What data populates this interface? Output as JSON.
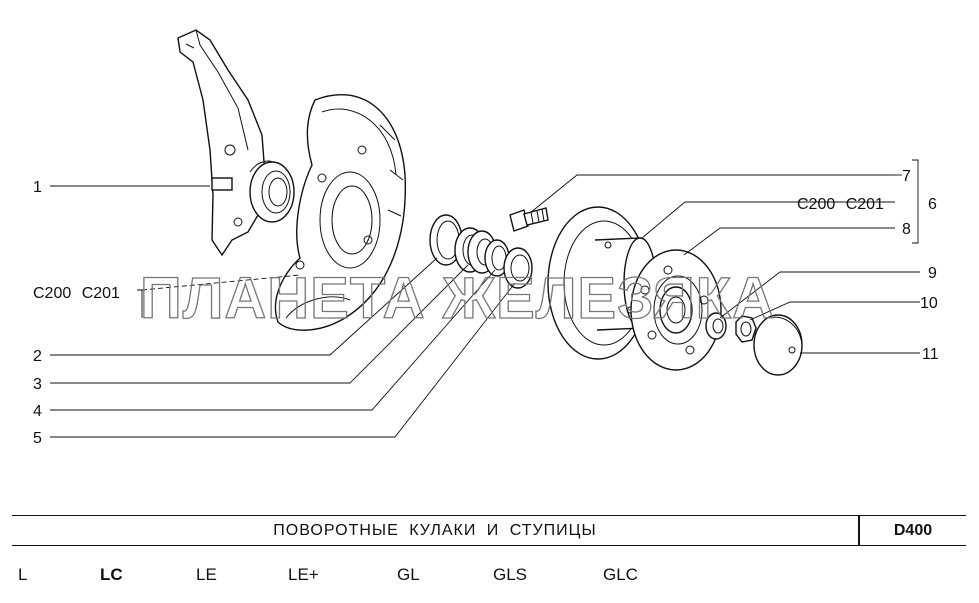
{
  "callouts": {
    "c1": "1",
    "c2": "2",
    "c3": "3",
    "c4": "4",
    "c5": "5",
    "c6": "6",
    "c7": "7",
    "c8": "8",
    "c9": "9",
    "c10": "10",
    "c11": "11",
    "note_left": "C200 C201",
    "note_right": "C200 C201"
  },
  "watermark": "ПЛАНЕТА ЖЕЛЕЗЯКА",
  "title_block": {
    "title": "ПОВОРОТНЫЕ КУЛАКИ И СТУПИЦЫ",
    "code": "D400"
  },
  "trim_levels": [
    "L",
    "LC",
    "LE",
    "LE+",
    "GL",
    "GLS",
    "GLC"
  ]
}
